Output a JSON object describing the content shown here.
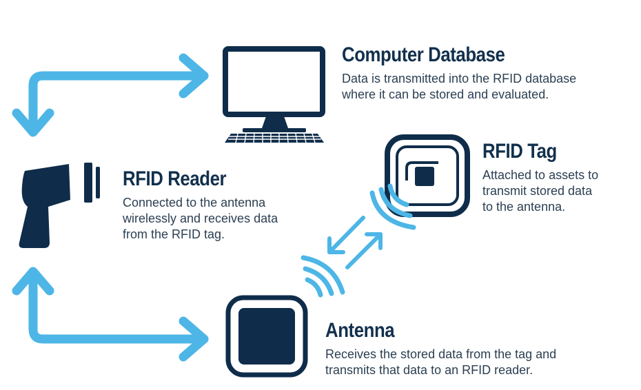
{
  "colors": {
    "navy": "#0f2d4a",
    "accent": "#4db6e6",
    "text": "#12304d",
    "muted_text": "#2b3f52",
    "background": "#ffffff"
  },
  "components": {
    "computer": {
      "title": "Computer Database",
      "lines": [
        "Data is transmitted into the RFID database",
        "where it can be stored and evaluated."
      ],
      "icon": "computer-monitor-icon"
    },
    "tag": {
      "title": "RFID Tag",
      "lines": [
        "Attached to assets to",
        "transmit stored data",
        "to the antenna."
      ],
      "icon": "rfid-tag-icon"
    },
    "reader": {
      "title": "RFID Reader",
      "lines": [
        "Connected to the antenna",
        "wirelessly and receives data",
        "from the RFID tag."
      ],
      "icon": "rfid-reader-gun-icon"
    },
    "antenna": {
      "title": "Antenna",
      "lines": [
        "Receives the stored data from the tag and",
        "transmits that data to an RFID reader."
      ],
      "icon": "antenna-icon"
    }
  }
}
